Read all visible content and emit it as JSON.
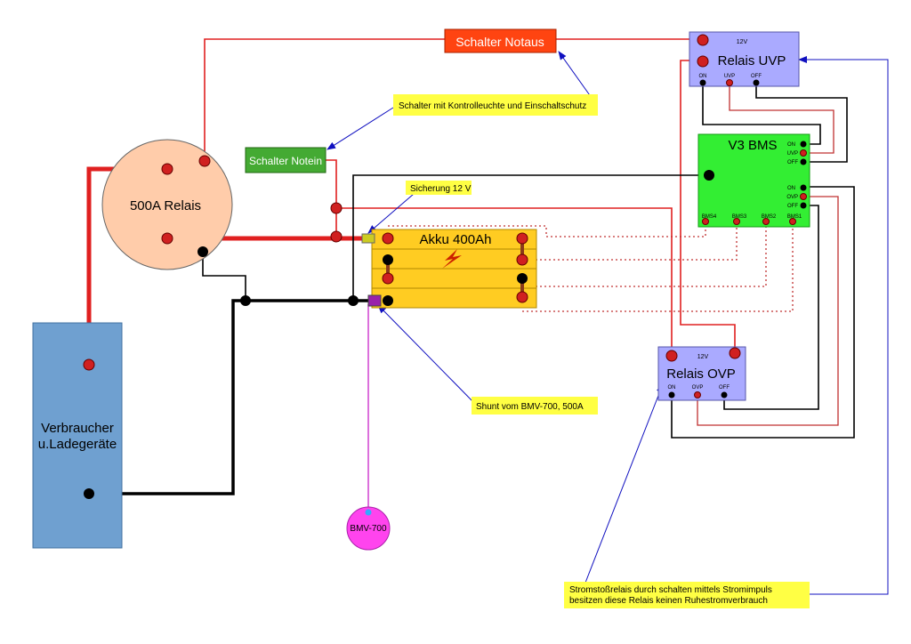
{
  "colors": {
    "red_wire": "#e02020",
    "black_wire": "#000000",
    "blue_line": "#1010c0",
    "signal_red": "#c03030",
    "magenta": "#d040d0",
    "relay_fill": "#ffccaa",
    "consumer_fill": "#6fa0d0",
    "bms_fill": "#33ee33",
    "relay_box_fill": "#aaaaff",
    "note_fill": "#ffff44",
    "battery_fill": "#ffcc22",
    "notaus_fill": "#ff4411",
    "notein_fill": "#44aa33",
    "bmv_fill": "#ff44ee"
  },
  "components": {
    "main_relay": "500A Relais",
    "consumer_line1": "Verbraucher",
    "consumer_line2": "u.Ladegeräte",
    "battery": "Akku 400Ah",
    "bms_title": "V3 BMS",
    "relay_uvp_title": "Relais UVP",
    "relay_uvp_12v": "12V",
    "relay_ovp_title": "Relais OVP",
    "relay_ovp_12v": "12V",
    "bmv": "BMV-700",
    "switch_notaus": "Schalter Notaus",
    "switch_notein": "Schalter Notein"
  },
  "terminals": {
    "on": "ON",
    "uvp": "UVP",
    "ovp": "OVP",
    "off": "OFF",
    "bms1": "BMS1",
    "bms2": "BMS2",
    "bms3": "BMS3",
    "bms4": "BMS4"
  },
  "notes": {
    "switch_note": "Schalter mit Kontrolleuchte und Einschaltschutz",
    "fuse_note": "Sicherung 12 V",
    "shunt_note": "Shunt vom BMV-700, 500A",
    "relay_note_line1": "Stromstoßrelais durch schalten mittels Stromimpuls",
    "relay_note_line2": "besitzen diese Relais keinen Ruhestromverbrauch"
  }
}
